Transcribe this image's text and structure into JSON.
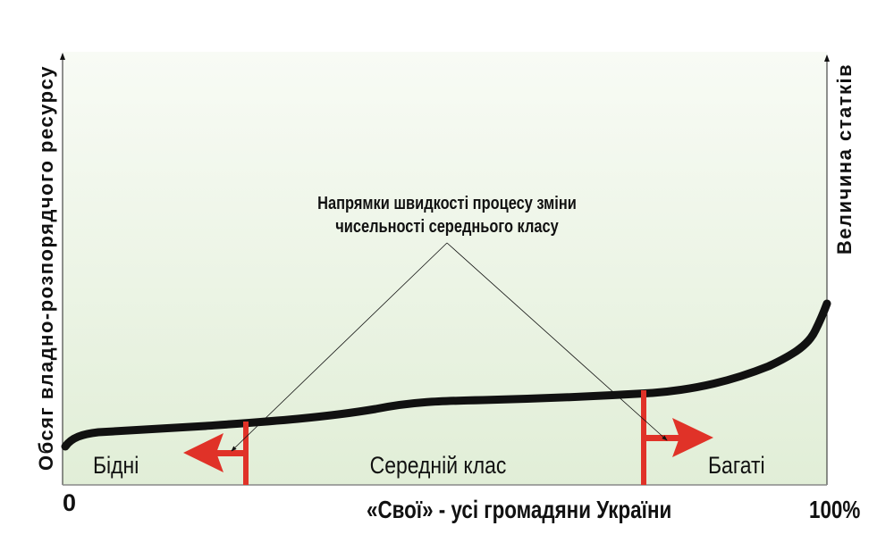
{
  "diagram": {
    "y_axis_left_label": "Обсяг владно-розпорядчого ресурсу",
    "y_axis_right_label": "Величина статків",
    "x_axis_label": "«Свої» - усі громадяни України",
    "x_start_label": "0",
    "x_end_label": "100%",
    "annotation_line1": "Напрямки швидкості процесу зміни",
    "annotation_line2": "чисельності середнього класу",
    "regions": {
      "poor": "Бідні",
      "middle": "Середній клас",
      "rich": "Багаті"
    },
    "colors": {
      "curve": "#111111",
      "boundary": "#e03228",
      "background_top": "#f7faf4",
      "background_bottom": "#e2efd8"
    }
  }
}
